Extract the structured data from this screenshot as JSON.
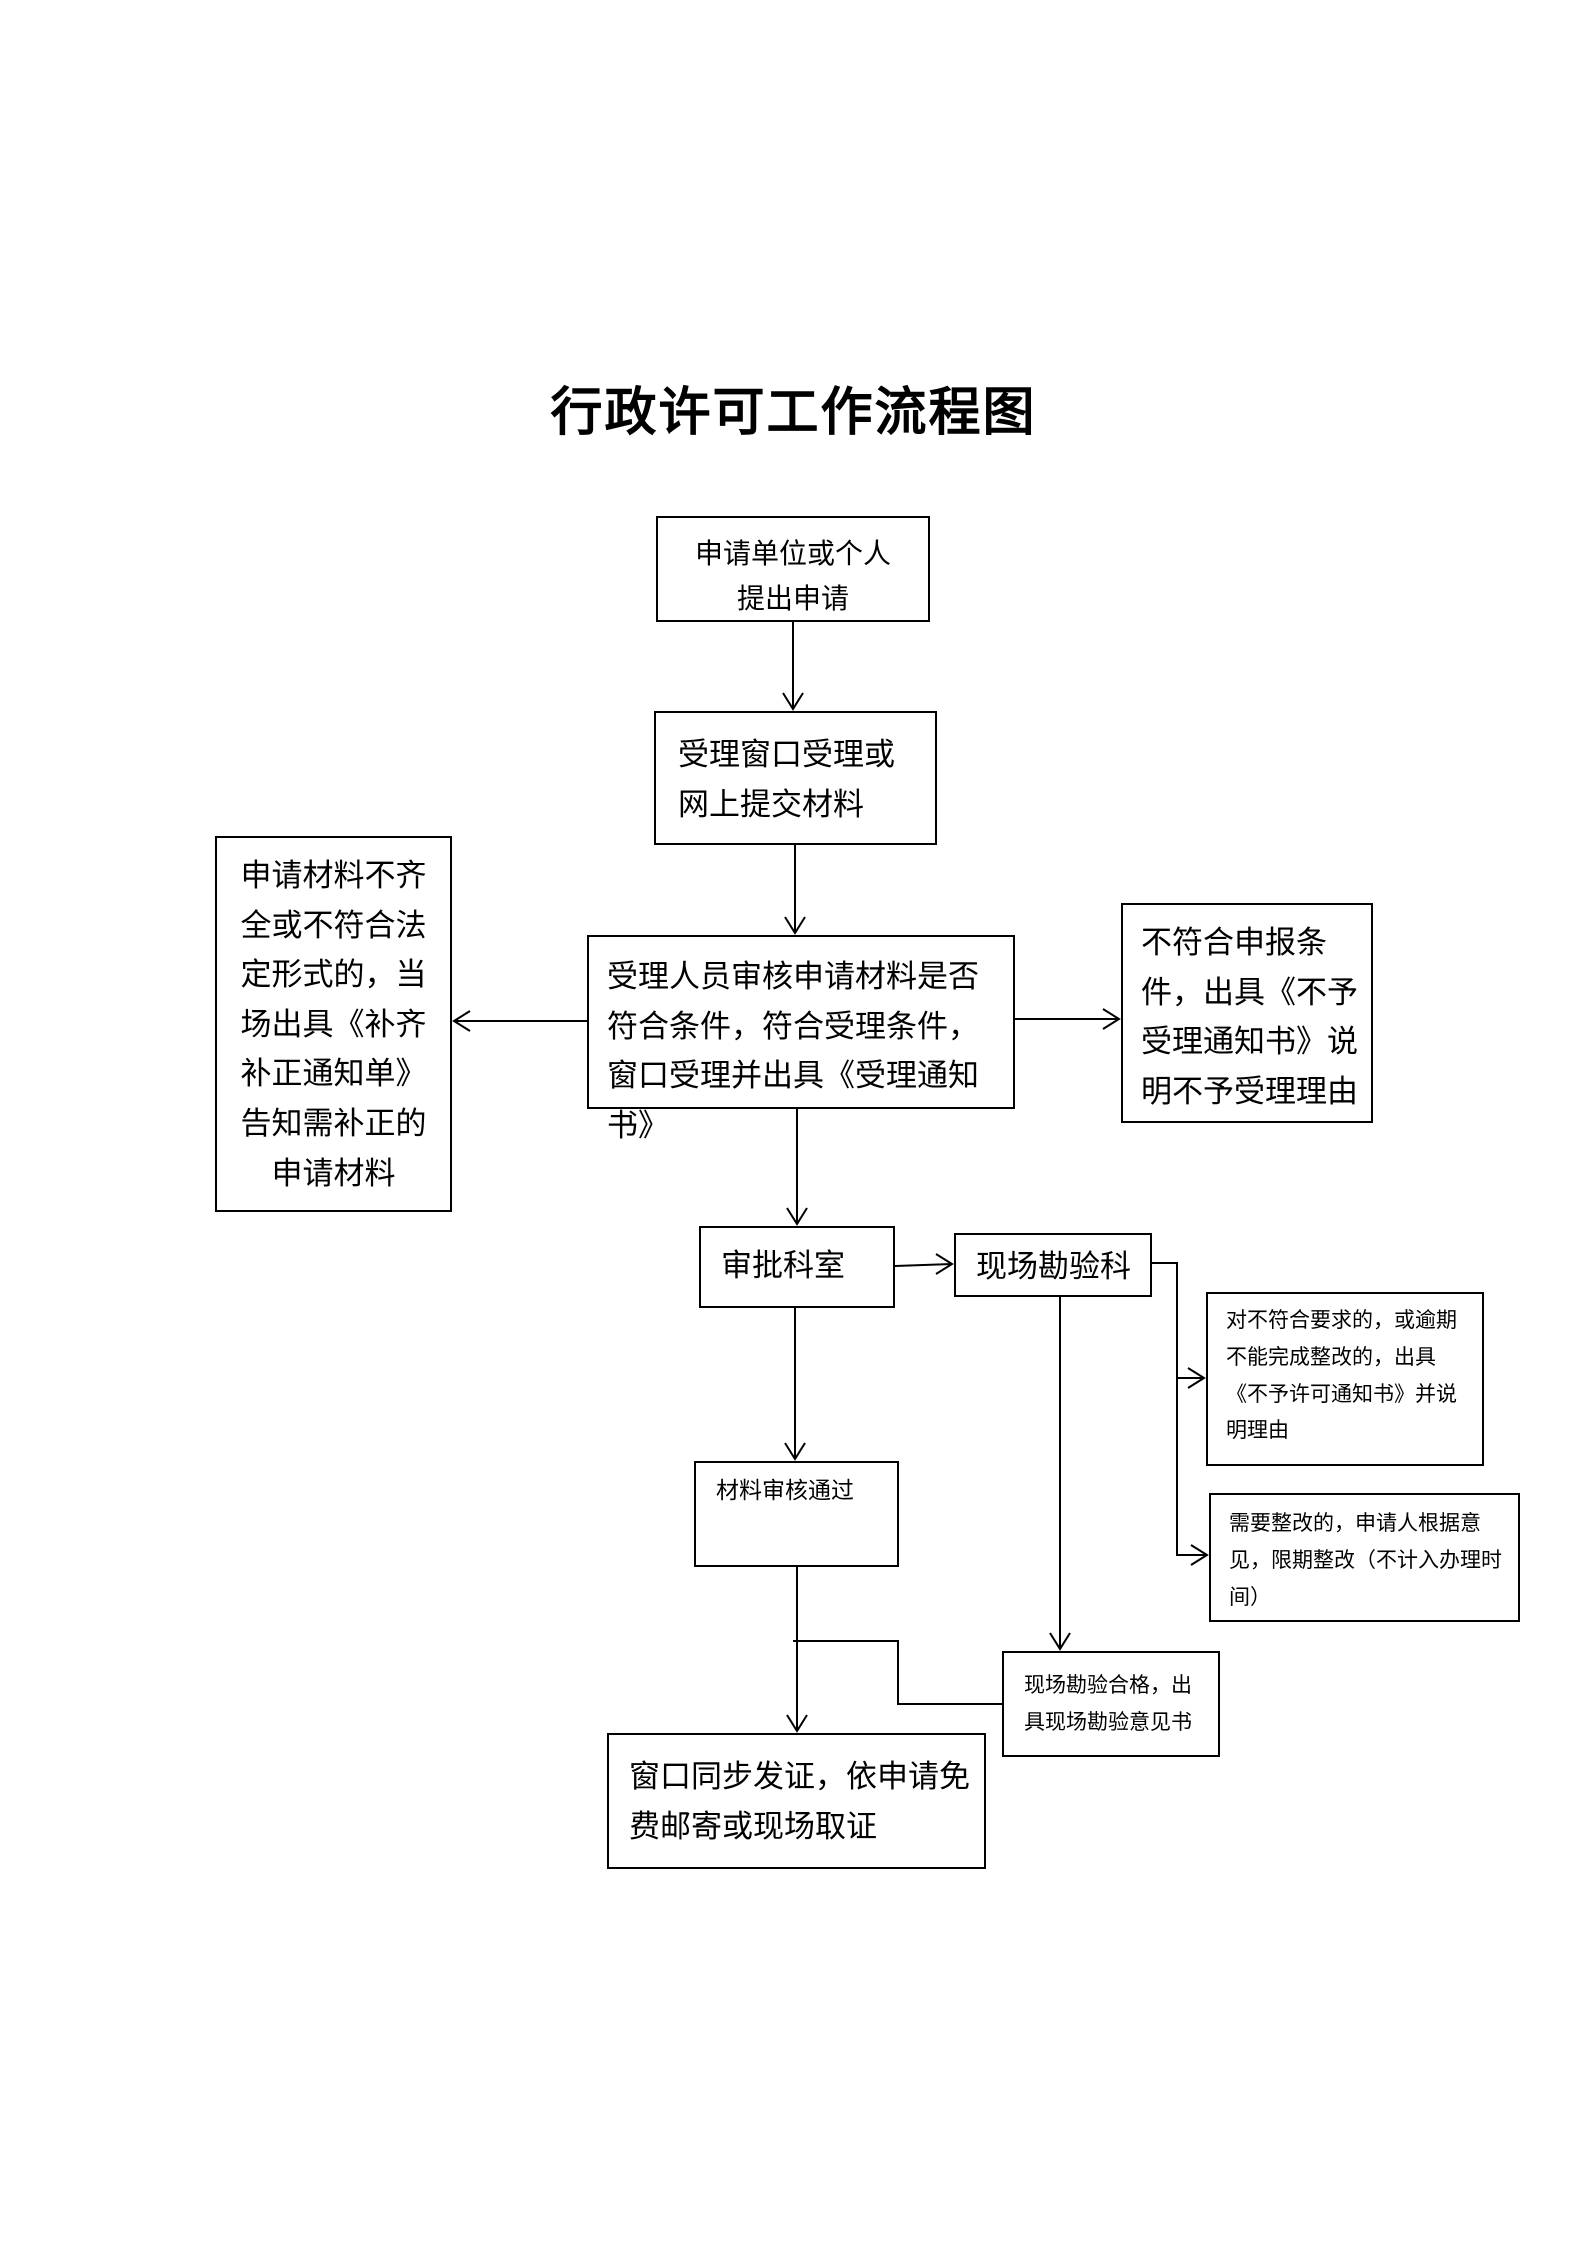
{
  "title": "行政许可工作流程图",
  "nodes": {
    "apply": "申请单位或个人提出申请",
    "window": "受理窗口受理或网上提交材料",
    "review": "受理人员审核申请材料是否符合条件，符合受理条件，窗口受理并出具《受理通知书》",
    "incomplete": "申请材料不齐全或不符合法定形式的，当场出具《补齐补正通知单》告知需补正的申请材料",
    "reject": "不符合申报条件，出具《不予受理通知书》说明不予受理理由",
    "approval_dept": "审批科室",
    "site_inspection": "现场勘验科",
    "not_compliant": "对不符合要求的，或逾期不能完成整改的，出具《不予许可通知书》并说明理由",
    "rectify": "需要整改的，申请人根据意见，限期整改（不计入办理时间）",
    "material_passed": "材料审核通过",
    "site_passed": "现场勘验合格，出具现场勘验意见书",
    "issue": "窗口同步发证，依申请免费邮寄或现场取证"
  }
}
